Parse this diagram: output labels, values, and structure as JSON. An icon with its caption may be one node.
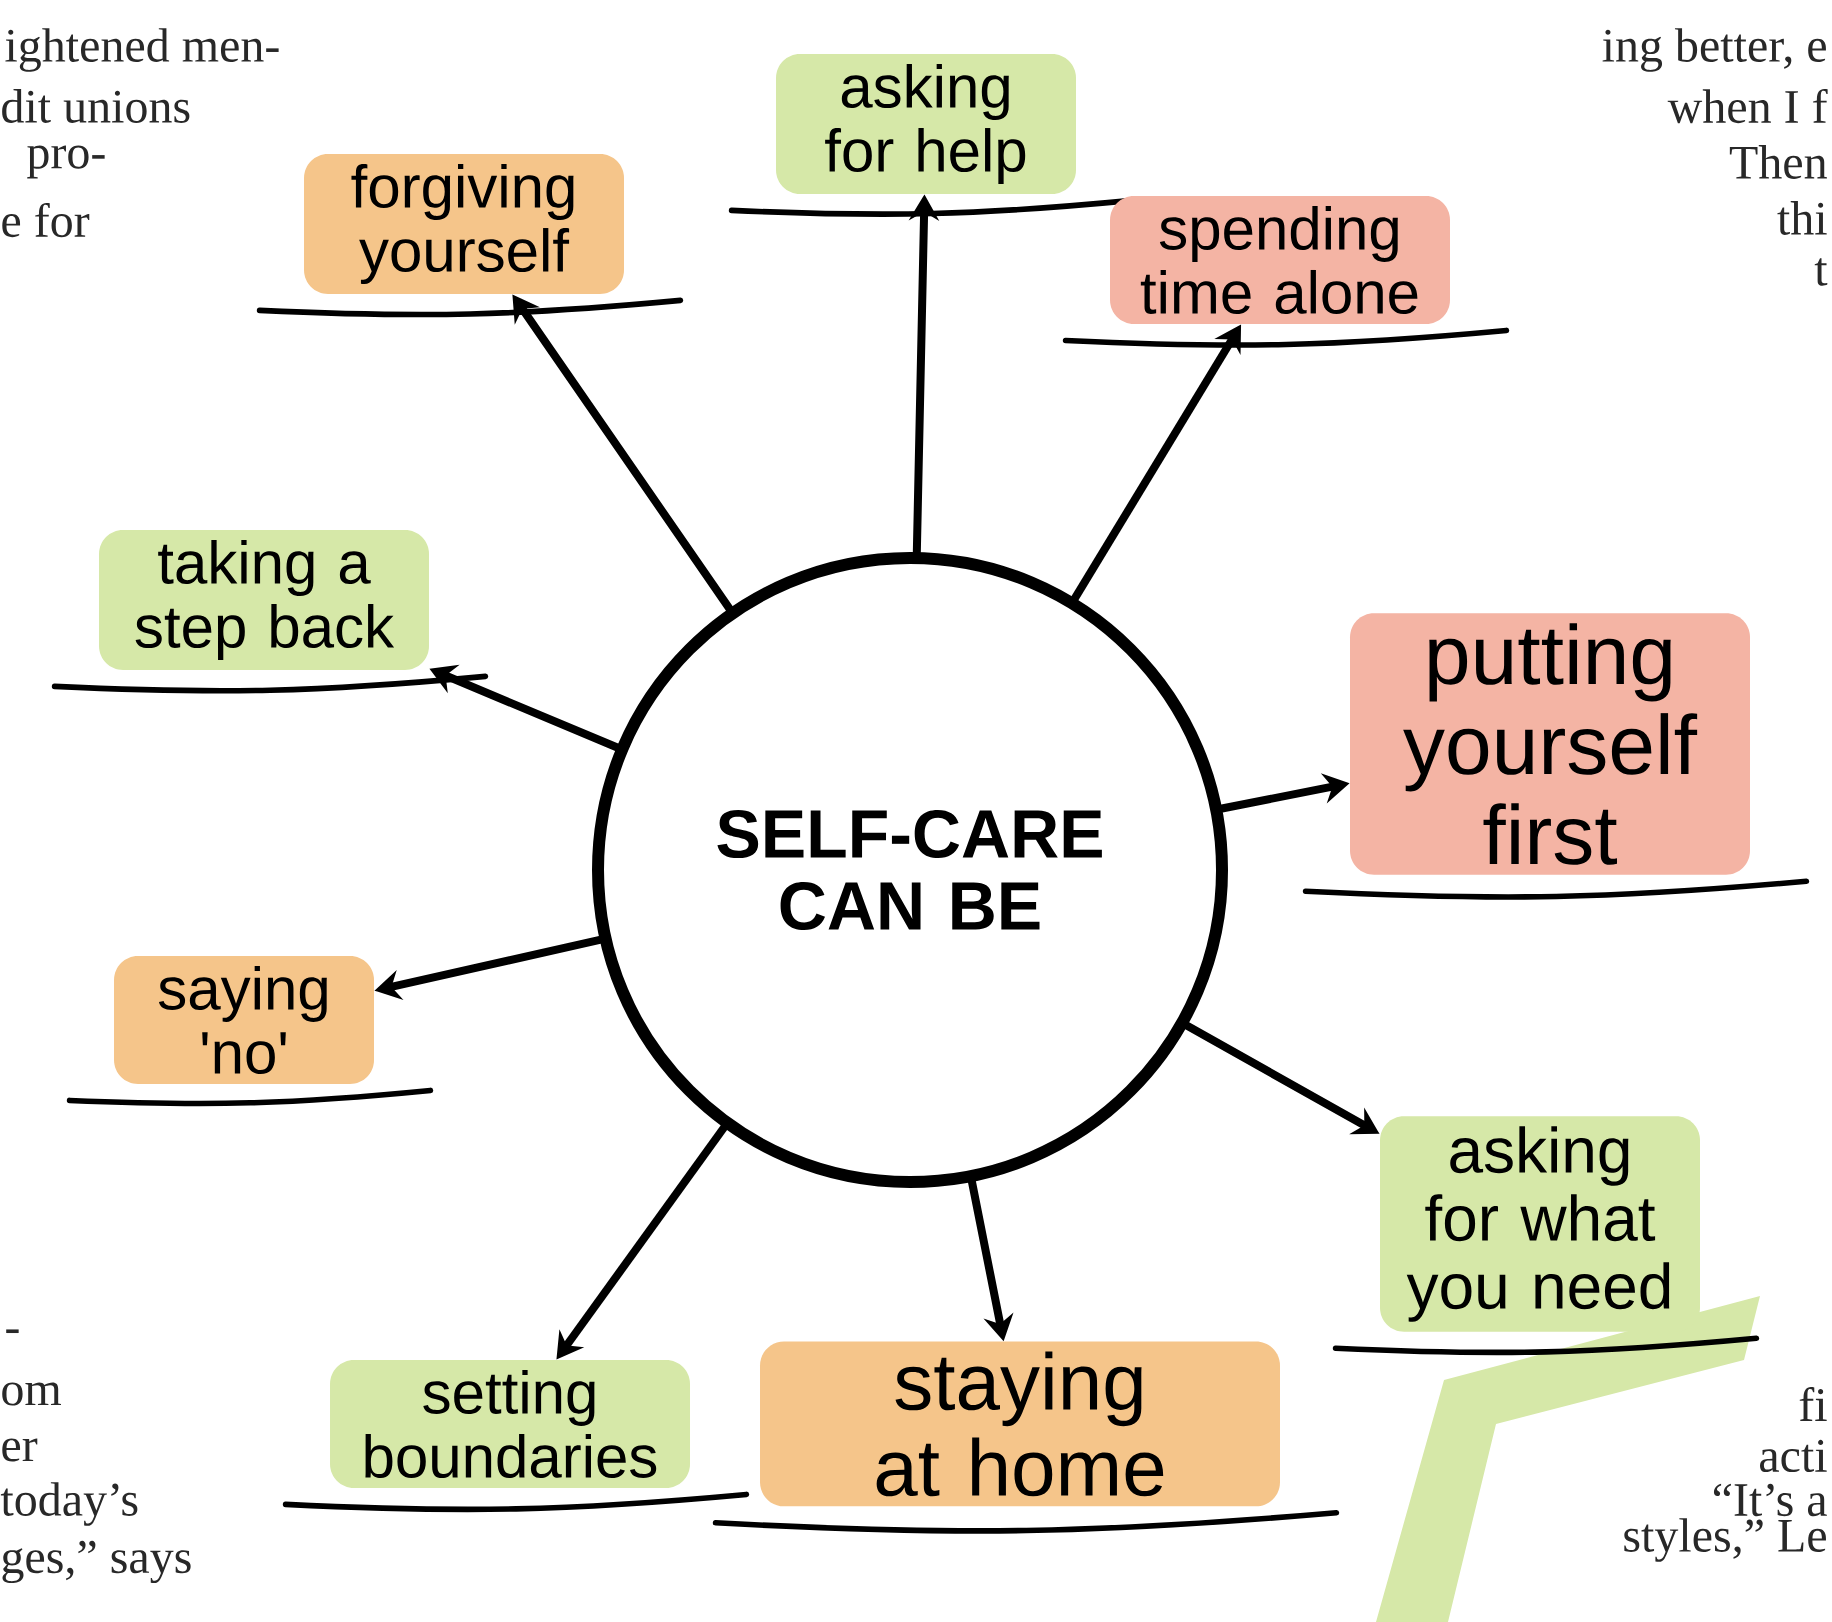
{
  "diagram": {
    "nodes": [
      {
        "text": [
          "SELF-CARE CAN BE"
        ]
      },
      {
        "text": [
          "forgiving yourself"
        ]
      },
      {
        "text": [
          "asking for help"
        ]
      },
      {
        "text": [
          "spending time alone"
        ]
      },
      {
        "text": [
          "taking a step back"
        ]
      },
      {
        "text": [
          "putting yourself first"
        ]
      },
      {
        "text": [
          "saying 'no'"
        ]
      },
      {
        "text": [
          "setting boundaries"
        ]
      },
      {
        "text": [
          "staying at home"
        ]
      },
      {
        "text": [
          "asking for what you need"
        ]
      }
    ],
    "edges": [
      {
        "from": 0,
        "to": 1,
        "arrow": "to"
      },
      {
        "from": 0,
        "to": 2,
        "arrow": "to"
      },
      {
        "from": 0,
        "to": 3,
        "arrow": "to"
      },
      {
        "from": 0,
        "to": 4,
        "arrow": "to"
      },
      {
        "from": 0,
        "to": 5,
        "arrow": "to"
      },
      {
        "from": 0,
        "to": 6,
        "arrow": "to"
      },
      {
        "from": 0,
        "to": 7,
        "arrow": "to"
      },
      {
        "from": 0,
        "to": 8,
        "arrow": "to"
      },
      {
        "from": 0,
        "to": 9,
        "arrow": "to"
      }
    ],
    "labels": [
      "ightened men-",
      "dit unions",
      "pro-",
      "e for",
      "ing better, e",
      "when I f",
      "Then",
      "thi",
      "t",
      "-",
      "om",
      "er",
      "today’s",
      "ges,” says",
      "fi",
      "acti",
      "“It’s a",
      "styles,” Le"
    ]
  }
}
